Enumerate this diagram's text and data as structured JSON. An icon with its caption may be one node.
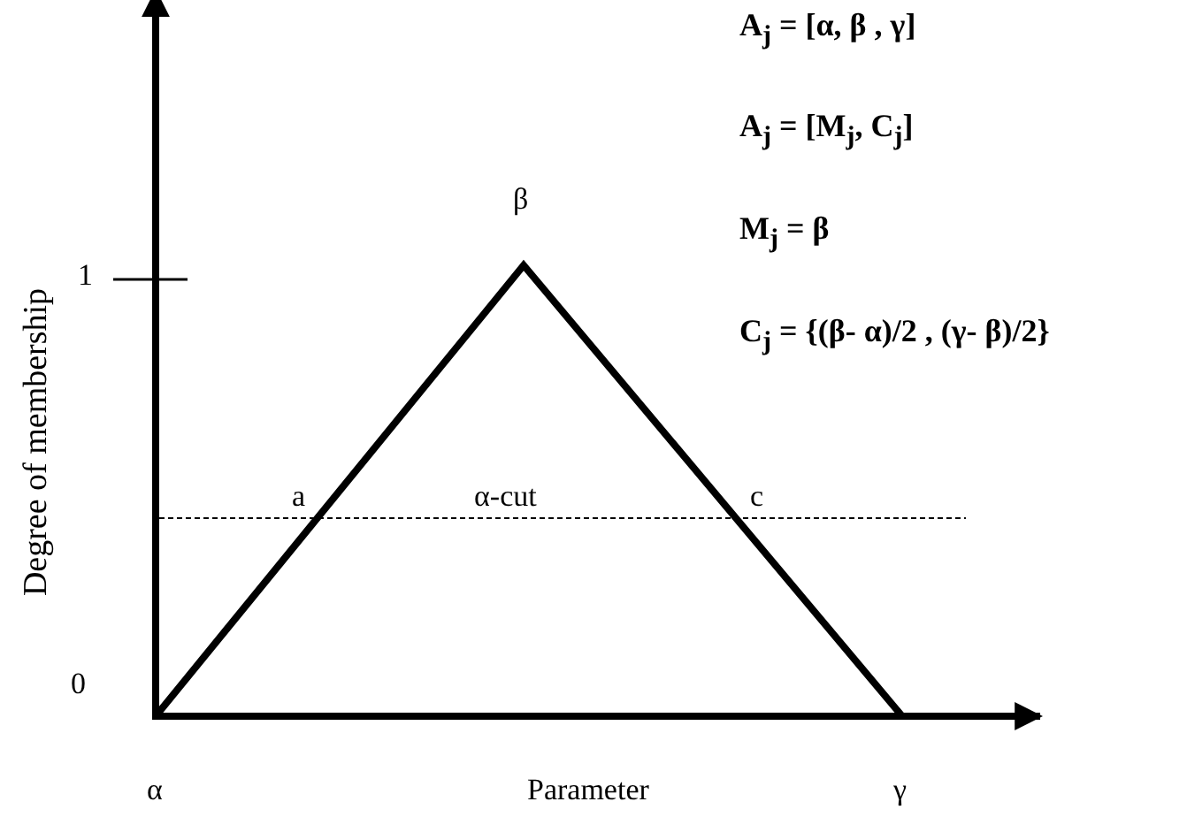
{
  "diagram": {
    "labels": [
      "A$_{j}$ = [α, β , γ]",
      "A$_{j}$ = [M$_{j}$, C$_{j}$]",
      "β",
      "M$_{j}$ = β",
      "1",
      "C$_{j}$ = {(β- α)/2 , (γ- β)/2}",
      "Degree of membership",
      "a",
      "α-cut",
      "c",
      "0",
      "α",
      "Parameter",
      "γ"
    ]
  }
}
